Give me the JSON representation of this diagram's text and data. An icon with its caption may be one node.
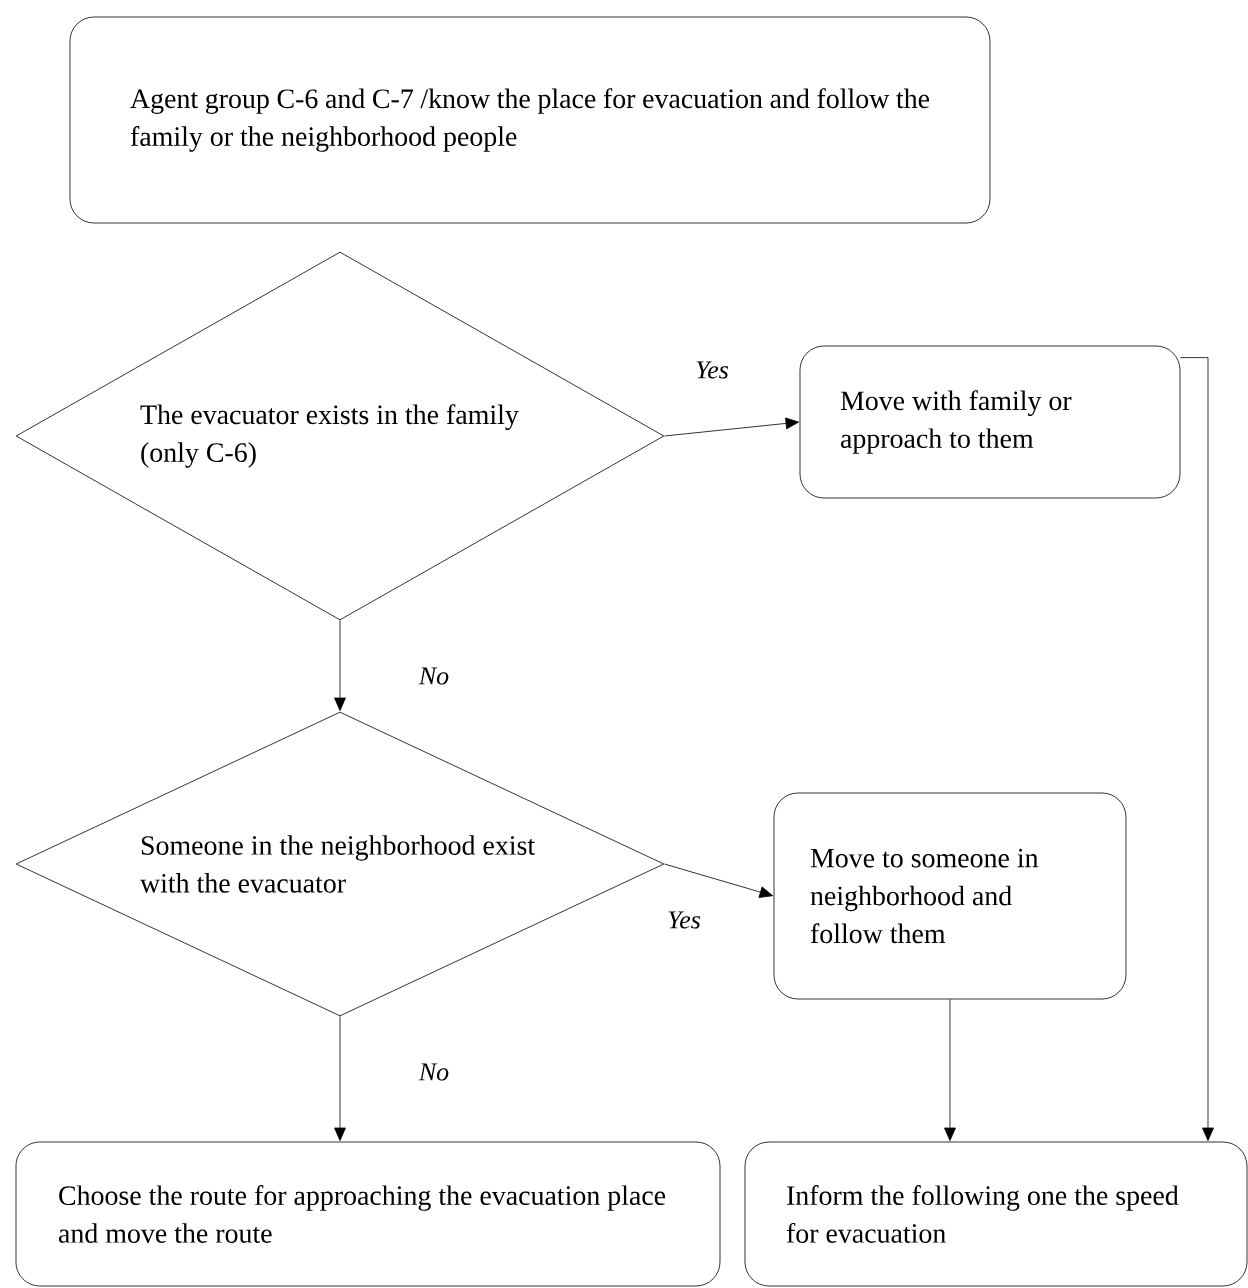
{
  "diagram": {
    "nodes": [
      {
        "text": [
          "Agent group C-6 and C-7 /know the place for evacuation and follow the family or the neighborhood people"
        ]
      },
      {
        "text": [
          "The evacuator exists in the family (only C-6)"
        ]
      },
      {
        "text": [
          "Move with family or approach to them"
        ]
      },
      {
        "text": [
          "Someone in the neighborhood exist with the evacuator"
        ]
      },
      {
        "text": [
          "Move to someone in neighborhood and follow them"
        ]
      },
      {
        "text": [
          "Choose the route for approaching the evacuation place and move the route"
        ]
      },
      {
        "text": [
          "Inform the following one the speed for evacuation"
        ]
      }
    ],
    "edges": [
      {
        "from": 1,
        "to": 2,
        "arrow": "to",
        "label": "Yes"
      },
      {
        "from": 1,
        "to": 3,
        "arrow": "to",
        "label": "No"
      },
      {
        "from": 3,
        "to": 4,
        "arrow": "to",
        "label": "Yes"
      },
      {
        "from": 3,
        "to": 5,
        "arrow": "to",
        "label": "No"
      },
      {
        "from": 4,
        "to": 6,
        "arrow": "to"
      },
      {
        "from": 2,
        "to": 6,
        "arrow": "to"
      }
    ]
  }
}
